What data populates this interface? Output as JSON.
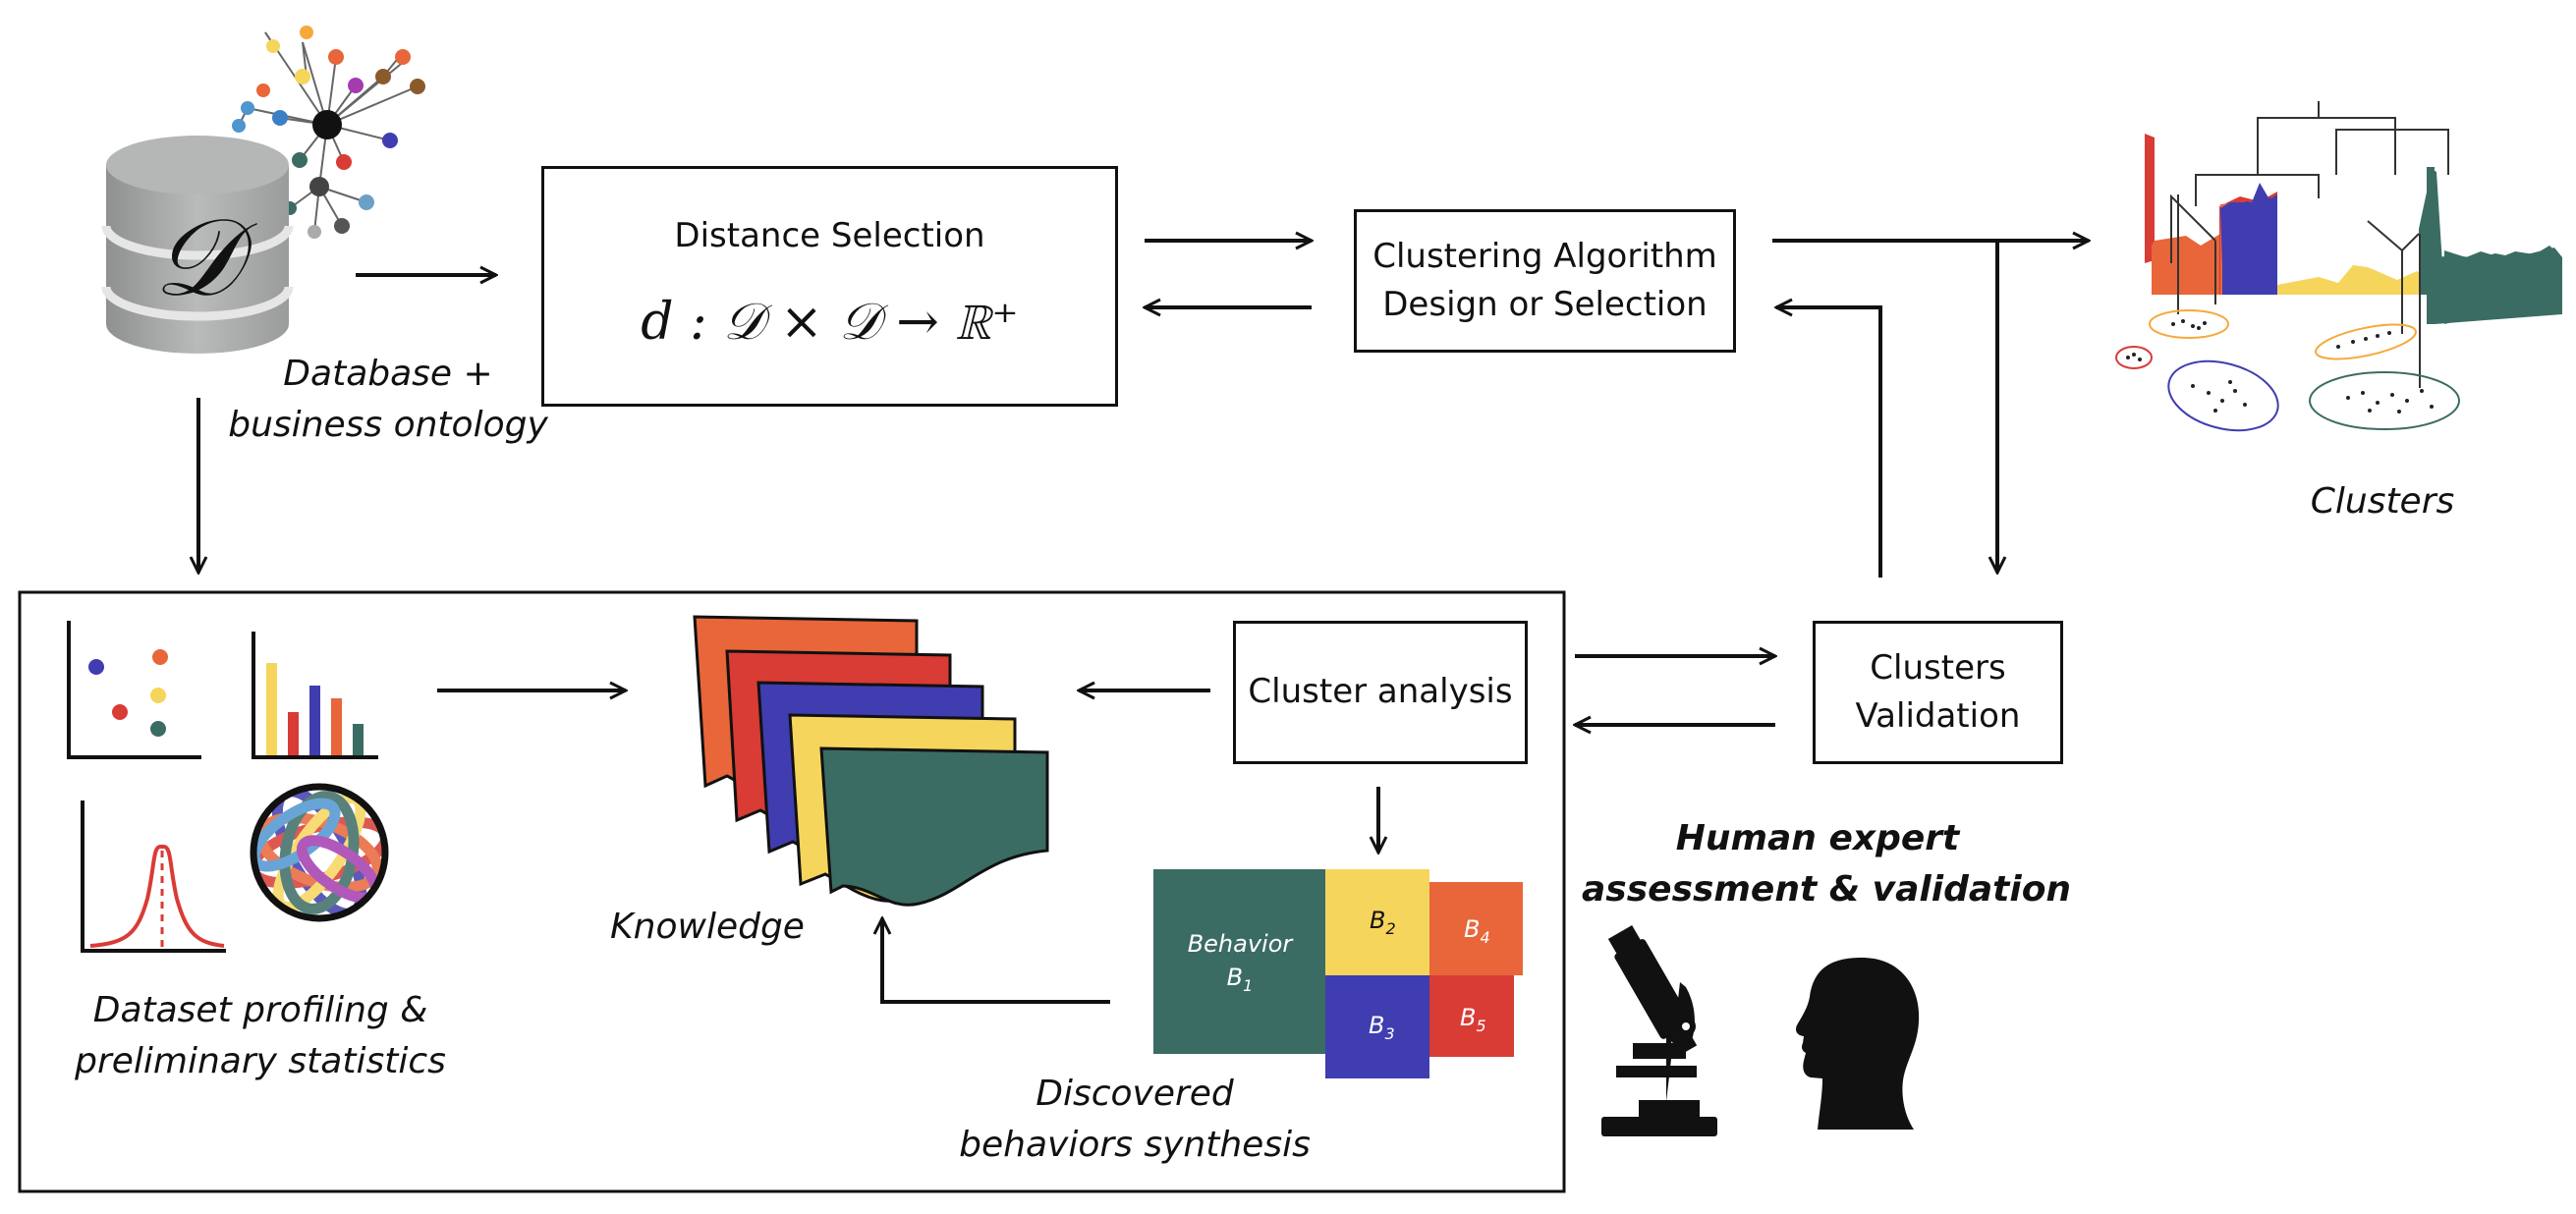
{
  "nodes": {
    "distance_title": "Distance Selection",
    "distance_formula": "d : 𝒟 × 𝒟 → ℝ⁺",
    "clustering_line1": "Clustering Algorithm",
    "clustering_line2": "Design or Selection",
    "cluster_analysis": "Cluster analysis",
    "validation_line1": "Clusters",
    "validation_line2": "Validation"
  },
  "database": {
    "symbol": "𝒟",
    "caption_line1": "Database +",
    "caption_line2": "business ontology"
  },
  "clusters_caption": "Clusters",
  "profiling": {
    "caption_line1": "Dataset profiling &",
    "caption_line2": "preliminary statistics"
  },
  "knowledge_caption": "Knowledge",
  "behaviors": {
    "caption_line1": "Discovered",
    "caption_line2": "behaviors synthesis",
    "b1_word": "Behavior",
    "b1": "B",
    "b1_sub": "1",
    "b2": "B",
    "b2_sub": "2",
    "b3": "B",
    "b3_sub": "3",
    "b4": "B",
    "b4_sub": "4",
    "b5": "B",
    "b5_sub": "5"
  },
  "human": {
    "caption_line1": "Human expert",
    "caption_line2": "assessment & validation"
  },
  "colors": {
    "orange": "#e8663a",
    "red": "#d93b35",
    "blue": "#3f3db0",
    "yellow": "#f6d55c",
    "teal": "#3b6c64",
    "gray": "#a8aaa9"
  }
}
